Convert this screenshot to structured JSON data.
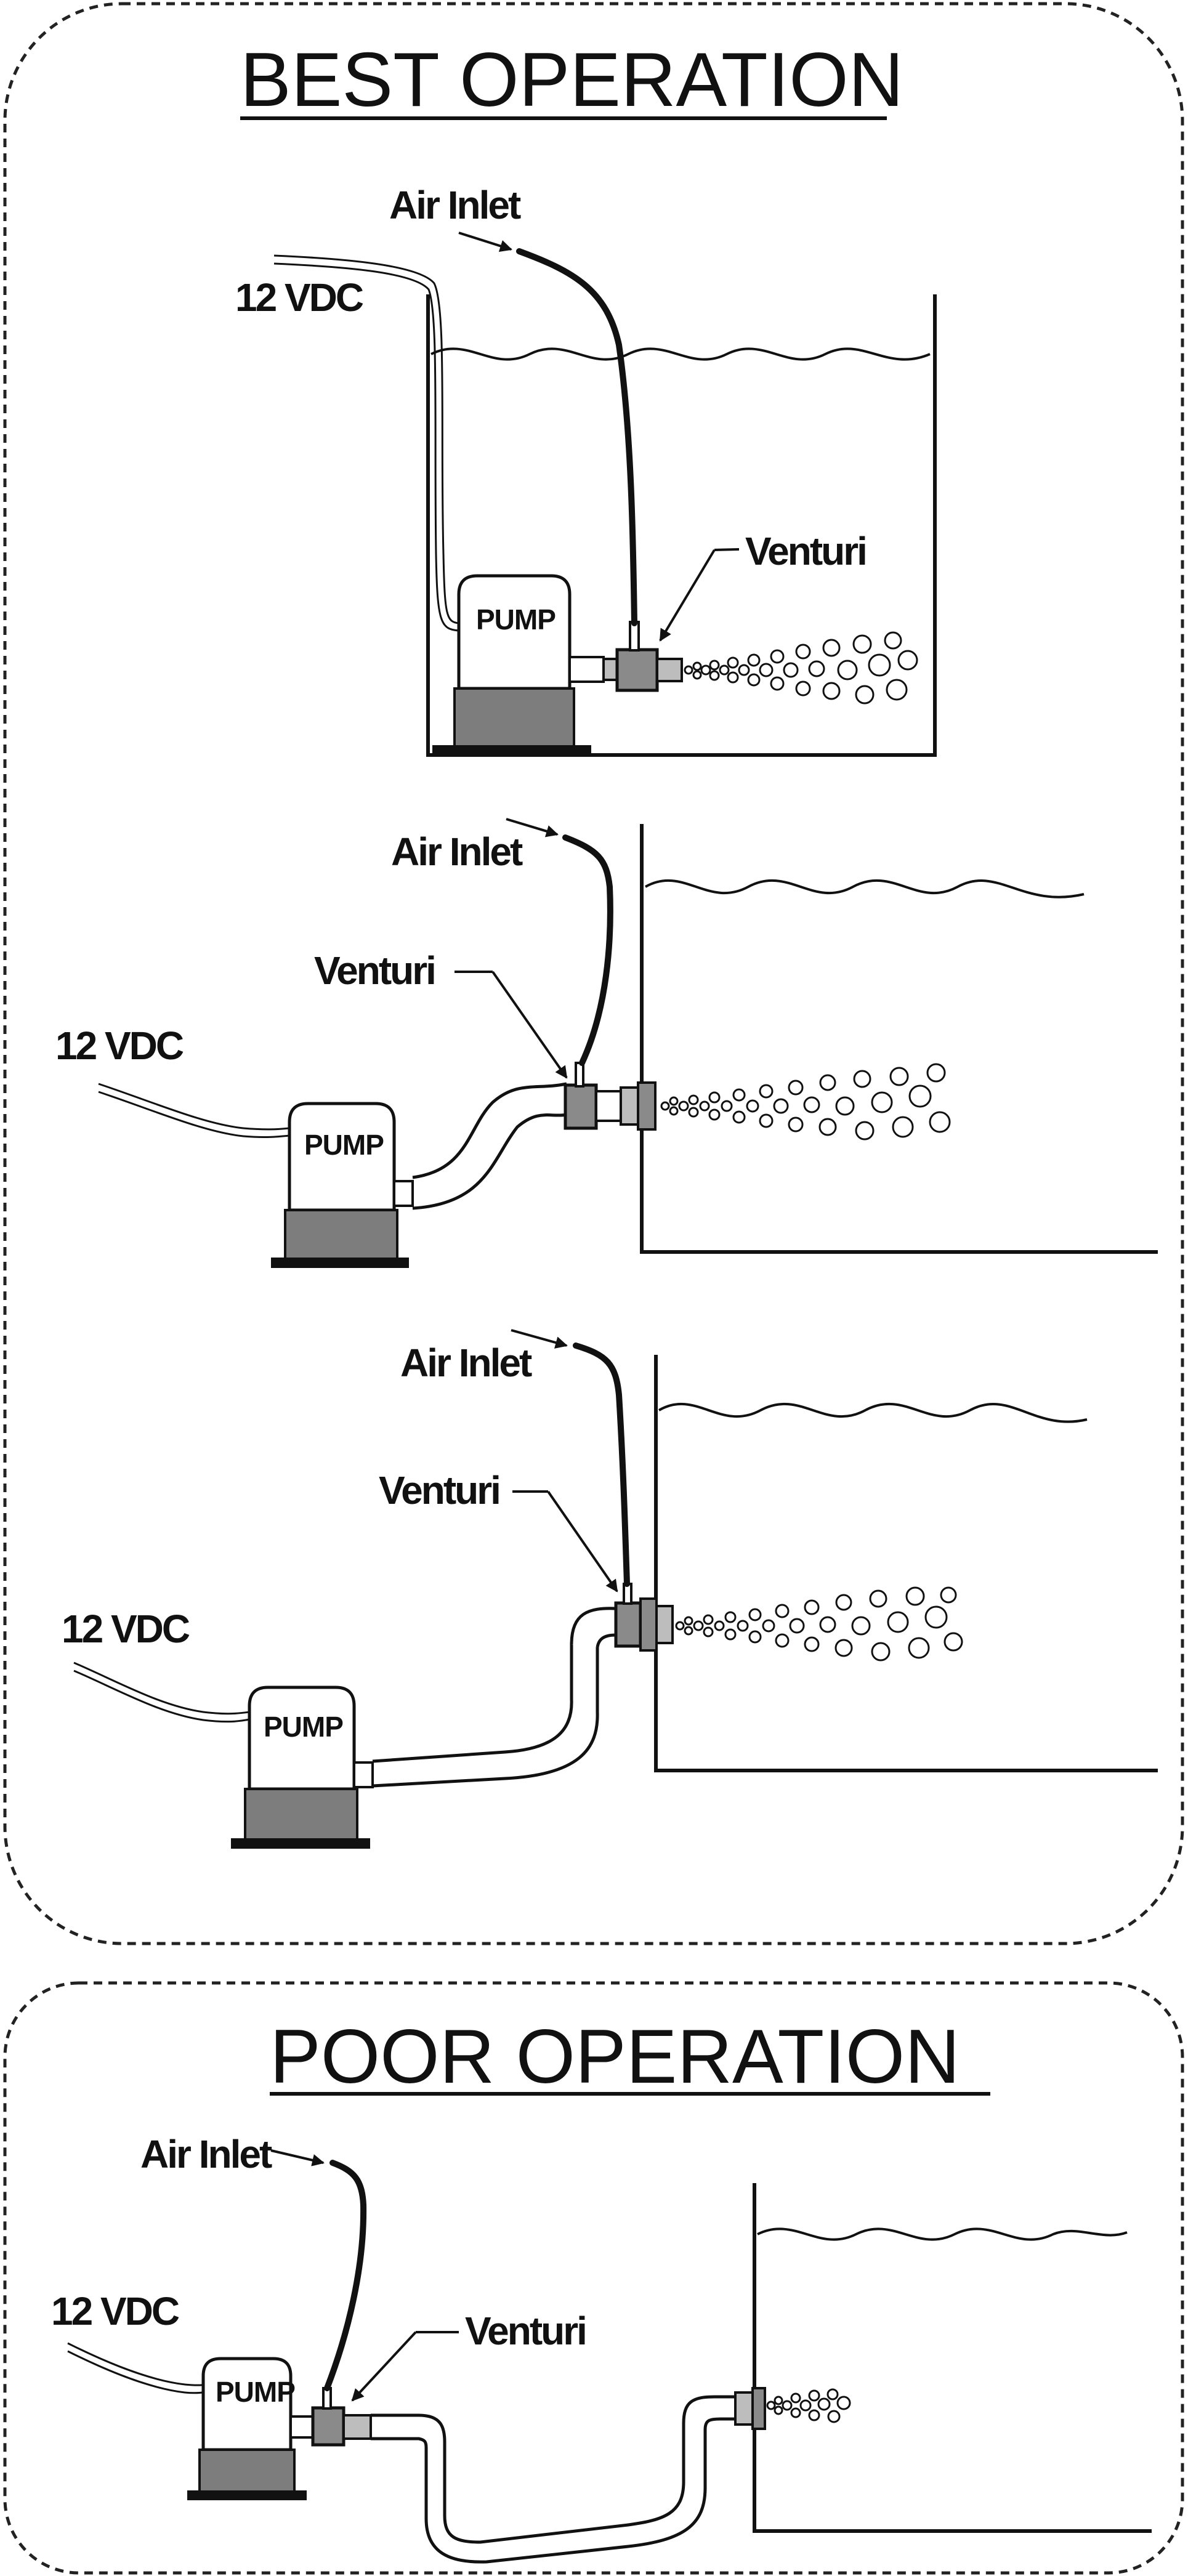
{
  "best_section": {
    "title": "BEST OPERATION",
    "diagram1": {
      "air_inlet": "Air Inlet",
      "power": "12 VDC",
      "pump": "PUMP",
      "venturi": "Venturi"
    },
    "diagram2": {
      "air_inlet": "Air Inlet",
      "power": "12 VDC",
      "pump": "PUMP",
      "venturi": "Venturi"
    },
    "diagram3": {
      "air_inlet": "Air Inlet",
      "power": "12 VDC",
      "pump": "PUMP",
      "venturi": "Venturi"
    }
  },
  "poor_section": {
    "title": "POOR OPERATION",
    "diagram4": {
      "air_inlet": "Air Inlet",
      "power": "12 VDC",
      "pump": "PUMP",
      "venturi": "Venturi"
    }
  },
  "colors": {
    "ink": "#111111",
    "pump_base": "#7d7d7d",
    "venturi_body": "#8a8a8a",
    "fitting": "#bdbdbd"
  }
}
